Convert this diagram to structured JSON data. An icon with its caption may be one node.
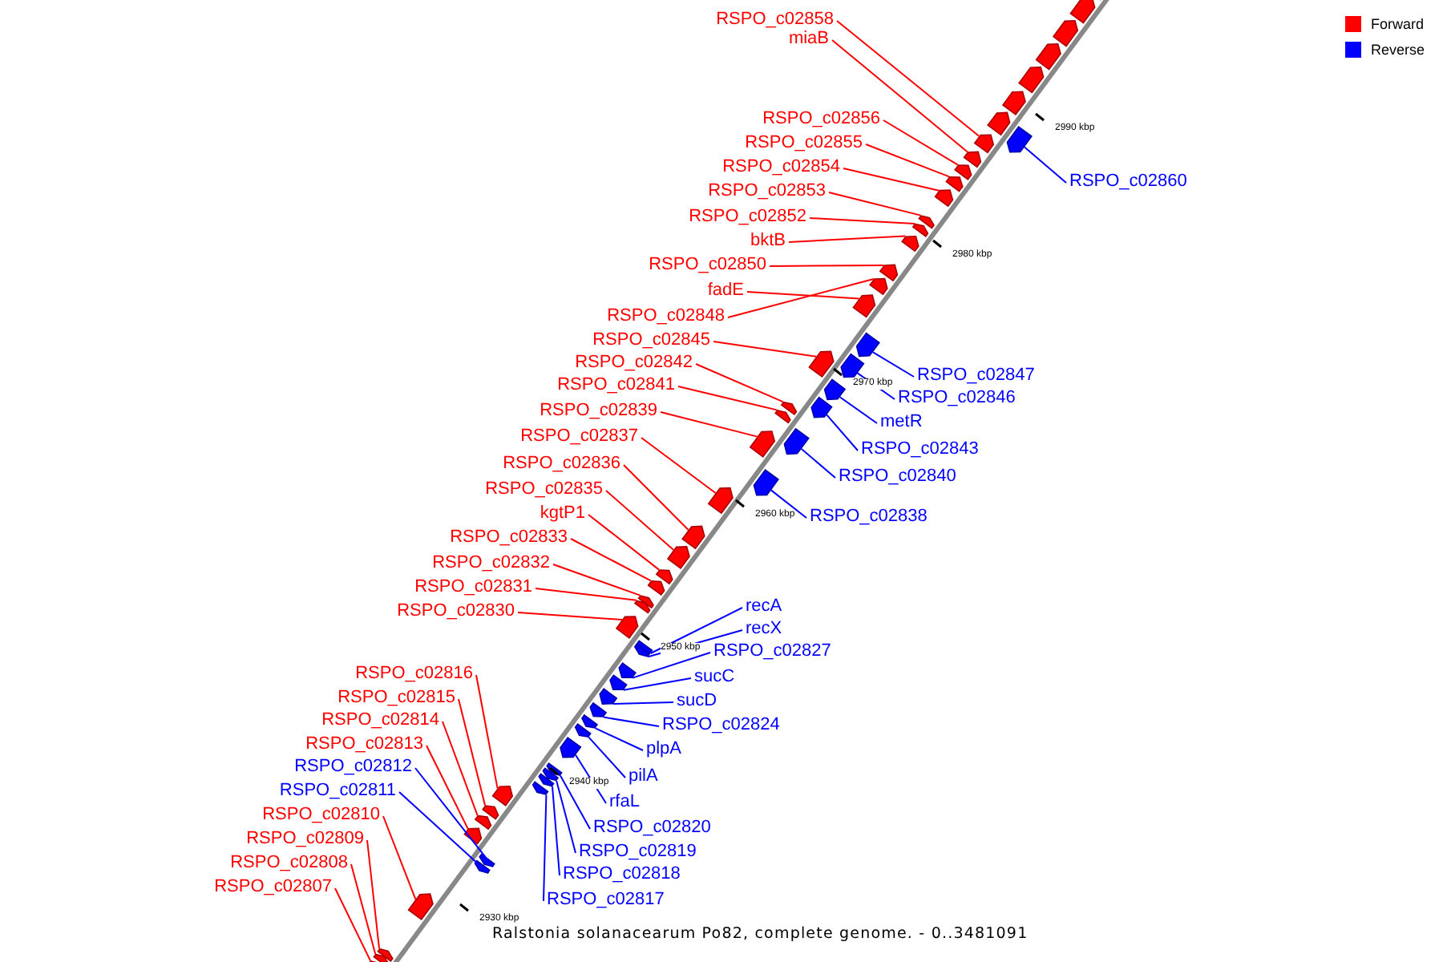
{
  "diagram": {
    "caption": "Ralstonia solanacearum Po82, complete genome. - 0..3481091",
    "nodes": [
      {
        "text": [
          "RSPO_c02858"
        ]
      },
      {
        "text": [
          "miaB"
        ]
      },
      {
        "text": [
          "RSPO_c02856"
        ]
      },
      {
        "text": [
          "RSPO_c02855"
        ]
      },
      {
        "text": [
          "RSPO_c02854"
        ]
      },
      {
        "text": [
          "RSPO_c02860"
        ]
      },
      {
        "text": [
          "RSPO_c02853"
        ]
      },
      {
        "text": [
          "RSPO_c02852"
        ]
      },
      {
        "text": [
          "bktB"
        ]
      },
      {
        "text": [
          "RSPO_c02850"
        ]
      },
      {
        "text": [
          "fadE"
        ]
      },
      {
        "text": [
          "RSPO_c02848"
        ]
      },
      {
        "text": [
          "RSPO_c02845"
        ]
      },
      {
        "text": [
          "RSPO_c02842"
        ]
      },
      {
        "text": [
          "RSPO_c02847"
        ]
      },
      {
        "text": [
          "RSPO_c02841"
        ]
      },
      {
        "text": [
          "RSPO_c02846"
        ]
      },
      {
        "text": [
          "RSPO_c02839"
        ]
      },
      {
        "text": [
          "metR"
        ]
      },
      {
        "text": [
          "RSPO_c02837"
        ]
      },
      {
        "text": [
          "RSPO_c02843"
        ]
      },
      {
        "text": [
          "RSPO_c02836"
        ]
      },
      {
        "text": [
          "RSPO_c02840"
        ]
      },
      {
        "text": [
          "RSPO_c02835"
        ]
      },
      {
        "text": [
          "kgtP1"
        ]
      },
      {
        "text": [
          "RSPO_c02838"
        ]
      },
      {
        "text": [
          "RSPO_c02833"
        ]
      },
      {
        "text": [
          "RSPO_c02832"
        ]
      },
      {
        "text": [
          "RSPO_c02831"
        ]
      },
      {
        "text": [
          "recA"
        ]
      },
      {
        "text": [
          "RSPO_c02830"
        ]
      },
      {
        "text": [
          "recX"
        ]
      },
      {
        "text": [
          "RSPO_c02827"
        ]
      },
      {
        "text": [
          "RSPO_c02816"
        ]
      },
      {
        "text": [
          "sucC"
        ]
      },
      {
        "text": [
          "RSPO_c02815"
        ]
      },
      {
        "text": [
          "sucD"
        ]
      },
      {
        "text": [
          "RSPO_c02814"
        ]
      },
      {
        "text": [
          "RSPO_c02824"
        ]
      },
      {
        "text": [
          "RSPO_c02813"
        ]
      },
      {
        "text": [
          "plpA"
        ]
      },
      {
        "text": [
          "RSPO_c02812"
        ]
      },
      {
        "text": [
          "pilA"
        ]
      },
      {
        "text": [
          "RSPO_c02811"
        ]
      },
      {
        "text": [
          "rfaL"
        ]
      },
      {
        "text": [
          "RSPO_c02810"
        ]
      },
      {
        "text": [
          "RSPO_c02820"
        ]
      },
      {
        "text": [
          "RSPO_c02809"
        ]
      },
      {
        "text": [
          "RSPO_c02819"
        ]
      },
      {
        "text": [
          "RSPO_c02808"
        ]
      },
      {
        "text": [
          "RSPO_c02818"
        ]
      },
      {
        "text": [
          "RSPO_c02807"
        ]
      },
      {
        "text": [
          "RSPO_c02817"
        ]
      },
      {
        "text": [],
        "shape": "pentagon"
      },
      {
        "text": [],
        "shape": "pentagon"
      },
      {
        "text": [],
        "shape": "pentagon"
      },
      {
        "text": [],
        "shape": "pentagon"
      },
      {
        "text": [],
        "shape": "pentagon"
      },
      {
        "text": [],
        "shape": "pentagon"
      },
      {
        "text": [],
        "shape": "pentagon"
      },
      {
        "text": [],
        "shape": "pentagon"
      },
      {
        "text": [],
        "shape": "pentagon"
      },
      {
        "text": [],
        "shape": "pentagon"
      },
      {
        "text": [],
        "shape": "pentagon"
      },
      {
        "text": [],
        "shape": "pentagon"
      },
      {
        "text": [],
        "shape": "pentagon"
      },
      {
        "text": [],
        "shape": "pentagon"
      },
      {
        "text": [],
        "shape": "pentagon"
      },
      {
        "text": [],
        "shape": "pentagon"
      },
      {
        "text": [],
        "shape": "pentagon"
      },
      {
        "text": [],
        "shape": "pentagon"
      },
      {
        "text": [],
        "shape": "pentagon"
      },
      {
        "text": [],
        "shape": "pentagon"
      },
      {
        "text": [],
        "shape": "pentagon"
      },
      {
        "text": [],
        "shape": "pentagon"
      },
      {
        "text": [],
        "shape": "pentagon"
      },
      {
        "text": [],
        "shape": "pentagon"
      },
      {
        "text": [],
        "shape": "pentagon"
      },
      {
        "text": [],
        "shape": "pentagon"
      },
      {
        "text": [],
        "shape": "pentagon"
      },
      {
        "text": [],
        "shape": "pentagon"
      },
      {
        "text": [],
        "shape": "pentagon"
      },
      {
        "text": [],
        "shape": "pentagon"
      },
      {
        "text": [],
        "shape": "pentagon"
      },
      {
        "text": [],
        "shape": "pentagon"
      },
      {
        "text": [],
        "shape": "pentagon"
      },
      {
        "text": [],
        "shape": "pentagon"
      },
      {
        "text": [],
        "shape": "pentagon"
      },
      {
        "text": [],
        "shape": "pentagon"
      },
      {
        "text": [],
        "shape": "pentagon"
      },
      {
        "text": [],
        "shape": "pentagon"
      },
      {
        "text": [],
        "shape": "pentagon"
      },
      {
        "text": [],
        "shape": "pentagon"
      },
      {
        "text": [],
        "shape": "pentagon"
      },
      {
        "text": [],
        "shape": "pentagon"
      },
      {
        "text": [],
        "shape": "pentagon"
      },
      {
        "text": [],
        "shape": "pentagon"
      },
      {
        "text": [],
        "shape": "pentagon"
      },
      {
        "text": [],
        "shape": "pentagon"
      },
      {
        "text": [],
        "shape": "pentagon"
      },
      {
        "text": [],
        "shape": "pentagon"
      },
      {
        "text": [],
        "shape": "pentagon"
      },
      {
        "text": [],
        "shape": "pentagon"
      },
      {
        "text": [],
        "shape": "pentagon"
      },
      {
        "text": [],
        "shape": "pentagon"
      },
      {
        "text": [],
        "shape": "pentagon"
      },
      {
        "text": [],
        "shape": "pentagon"
      },
      {
        "text": [],
        "shape": "pentagon"
      },
      {
        "text": [],
        "shape": "pentagon"
      },
      {
        "text": [],
        "shape": "pentagon"
      },
      {
        "text": [],
        "shape": "pentagon"
      },
      {
        "text": [],
        "shape": "pentagon"
      },
      {
        "text": [],
        "shape": "pentagon"
      }
    ],
    "edges": [
      {
        "from": 0,
        "to": 60,
        "arrow": "none"
      },
      {
        "from": 1,
        "to": 61,
        "arrow": "none"
      },
      {
        "from": 2,
        "to": 62,
        "arrow": "none"
      },
      {
        "from": 3,
        "to": 63,
        "arrow": "none"
      },
      {
        "from": 4,
        "to": 64,
        "arrow": "none"
      },
      {
        "from": 5,
        "to": 65,
        "arrow": "none",
        "color": "#0000ff"
      },
      {
        "from": 6,
        "to": 66,
        "arrow": "none"
      },
      {
        "from": 7,
        "to": 67,
        "arrow": "none"
      },
      {
        "from": 8,
        "to": 68,
        "arrow": "none"
      },
      {
        "from": 9,
        "to": 69,
        "arrow": "none"
      },
      {
        "from": 10,
        "to": 70,
        "arrow": "none"
      },
      {
        "from": 11,
        "to": 71,
        "arrow": "none"
      },
      {
        "from": 12,
        "to": 72,
        "arrow": "none"
      },
      {
        "from": 13,
        "to": 73,
        "arrow": "none"
      },
      {
        "from": 14,
        "to": 74,
        "arrow": "none",
        "color": "#0000ff"
      },
      {
        "from": 15,
        "to": 75,
        "arrow": "none"
      },
      {
        "from": 16,
        "to": 76,
        "arrow": "none",
        "color": "#0000ff"
      },
      {
        "from": 17,
        "to": 77,
        "arrow": "none"
      },
      {
        "from": 18,
        "to": 78,
        "arrow": "none",
        "color": "#0000ff"
      },
      {
        "from": 19,
        "to": 79,
        "arrow": "none"
      },
      {
        "from": 20,
        "to": 80,
        "arrow": "none",
        "color": "#0000ff"
      },
      {
        "from": 21,
        "to": 81,
        "arrow": "none"
      },
      {
        "from": 22,
        "to": 82,
        "arrow": "none",
        "color": "#0000ff"
      },
      {
        "from": 23,
        "to": 83,
        "arrow": "none"
      },
      {
        "from": 24,
        "to": 84,
        "arrow": "none"
      },
      {
        "from": 25,
        "to": 85,
        "arrow": "none",
        "color": "#0000ff"
      },
      {
        "from": 26,
        "to": 86,
        "arrow": "none"
      },
      {
        "from": 27,
        "to": 87,
        "arrow": "none"
      },
      {
        "from": 28,
        "to": 88,
        "arrow": "none"
      },
      {
        "from": 29,
        "to": 89,
        "arrow": "none",
        "color": "#0000ff"
      },
      {
        "from": 30,
        "to": 90,
        "arrow": "none"
      },
      {
        "from": 31,
        "to": 91,
        "arrow": "none",
        "color": "#0000ff"
      },
      {
        "from": 32,
        "to": 92,
        "arrow": "none",
        "color": "#0000ff"
      },
      {
        "from": 33,
        "to": 93,
        "arrow": "none"
      },
      {
        "from": 34,
        "to": 94,
        "arrow": "none",
        "color": "#0000ff"
      },
      {
        "from": 35,
        "to": 95,
        "arrow": "none"
      },
      {
        "from": 36,
        "to": 96,
        "arrow": "none",
        "color": "#0000ff"
      },
      {
        "from": 37,
        "to": 97,
        "arrow": "none"
      },
      {
        "from": 38,
        "to": 98,
        "arrow": "none",
        "color": "#0000ff"
      },
      {
        "from": 39,
        "to": 99,
        "arrow": "none"
      },
      {
        "from": 40,
        "to": 100,
        "arrow": "none",
        "color": "#0000ff"
      },
      {
        "from": 41,
        "to": 101,
        "arrow": "none",
        "color": "#0000ff"
      },
      {
        "from": 42,
        "to": 102,
        "arrow": "none",
        "color": "#0000ff"
      },
      {
        "from": 43,
        "to": 103,
        "arrow": "none",
        "color": "#0000ff"
      },
      {
        "from": 44,
        "to": 104,
        "arrow": "none",
        "color": "#0000ff"
      },
      {
        "from": 45,
        "to": 105,
        "arrow": "none"
      },
      {
        "from": 46,
        "to": 106,
        "arrow": "none",
        "color": "#0000ff"
      },
      {
        "from": 47,
        "to": 107,
        "arrow": "none"
      },
      {
        "from": 48,
        "to": 108,
        "arrow": "none",
        "color": "#0000ff"
      },
      {
        "from": 49,
        "to": 109,
        "arrow": "none"
      },
      {
        "from": 50,
        "to": 110,
        "arrow": "none",
        "color": "#0000ff"
      },
      {
        "from": 51,
        "to": 111,
        "arrow": "none"
      },
      {
        "from": 52,
        "to": 112,
        "arrow": "none",
        "color": "#0000ff"
      }
    ],
    "labels": [
      "2990 kbp",
      "2980 kbp",
      "2970 kbp",
      "2960 kbp",
      "2950 kbp",
      "2940 kbp",
      "2930 kbp"
    ],
    "legend": [
      {
        "text": "Forward",
        "color": "#ff0000"
      },
      {
        "text": "Reverse",
        "color": "#0000ff"
      }
    ]
  }
}
